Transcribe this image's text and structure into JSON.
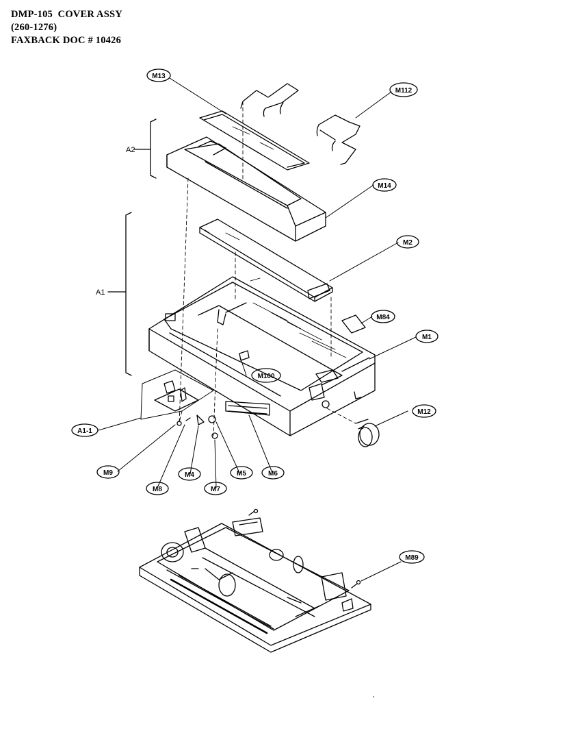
{
  "header": {
    "line1": "DMP-105  COVER ASSY",
    "line2": "(260-1276)",
    "line3": "FAXBACK DOC # 10426"
  },
  "callouts": {
    "m13": "M13",
    "m112": "M112",
    "m14": "M14",
    "m2": "M2",
    "m84": "M84",
    "m1": "M1",
    "m100": "M100",
    "m12": "M12",
    "a1_1": "A1-1",
    "m9": "M9",
    "m8": "M8",
    "m4": "M4",
    "m7": "M7",
    "m5": "M5",
    "m6": "M6",
    "m89": "M89"
  },
  "brackets": {
    "a2": "A2",
    "a1": "A1"
  }
}
